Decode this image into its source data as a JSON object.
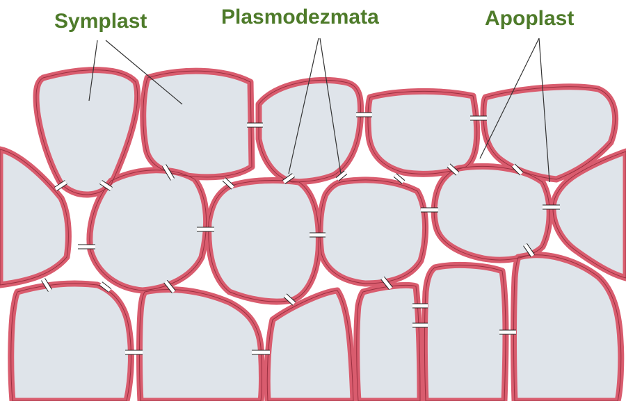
{
  "labels": {
    "symplast": "Symplast",
    "plasmodesmata": "Plasmodezmata",
    "apoplast": "Apoplast"
  },
  "colors": {
    "label_green": "#4e7b2a",
    "cell_wall": "#d95c6e",
    "cell_wall_edge": "#9a3040",
    "cytoplasm": "#dfe4ea",
    "apoplast_space": "#ffffff",
    "plasmodesma_channel": "#ffffff",
    "pointer_line": "#333333"
  }
}
